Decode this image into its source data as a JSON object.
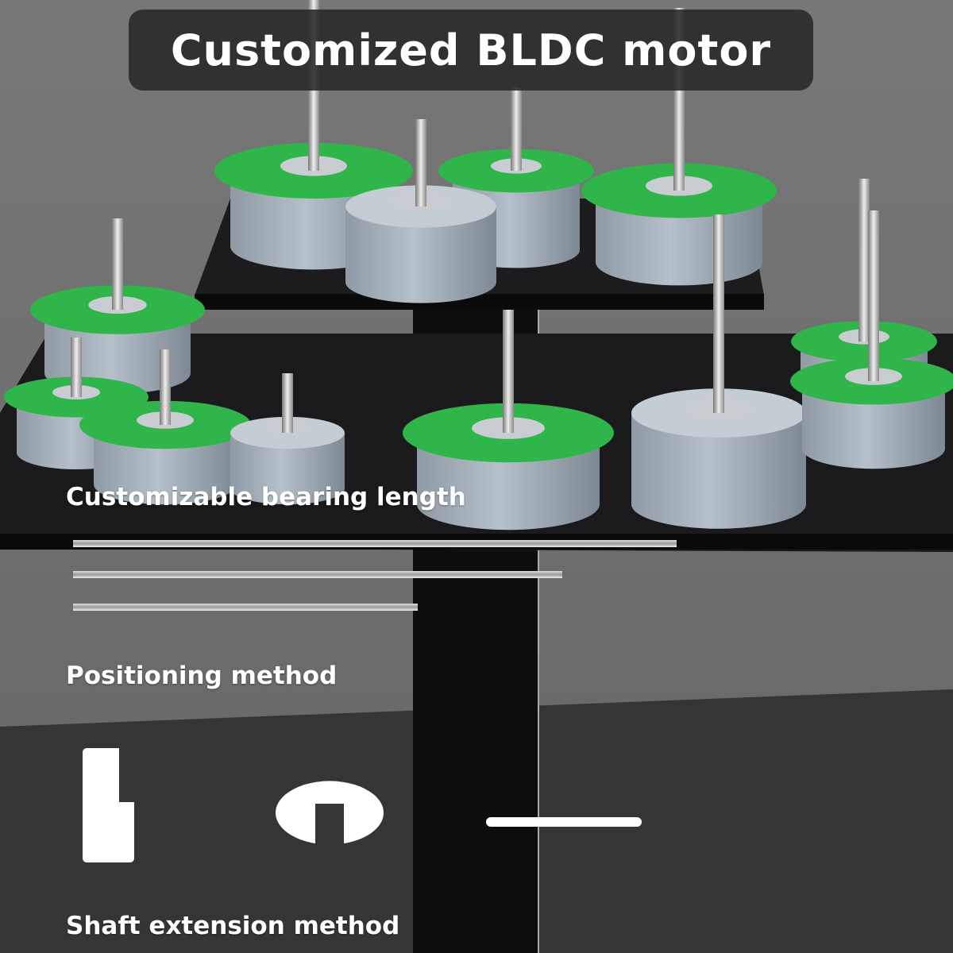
{
  "title": "Customized BLDC motor",
  "sections": [
    {
      "label": "Customizable bearing length"
    },
    {
      "label": "Positioning method"
    },
    {
      "label": "Shaft extension method"
    }
  ],
  "icons": [
    "bearing-length-bars-icon",
    "flat-key-shaft-icon",
    "d-cut-shaft-icon",
    "straight-shaft-icon"
  ],
  "colors": {
    "pcb": "#2fb54a",
    "motor_body": "#a9b4bf",
    "banner": "#28282a",
    "text": "#ffffff"
  }
}
